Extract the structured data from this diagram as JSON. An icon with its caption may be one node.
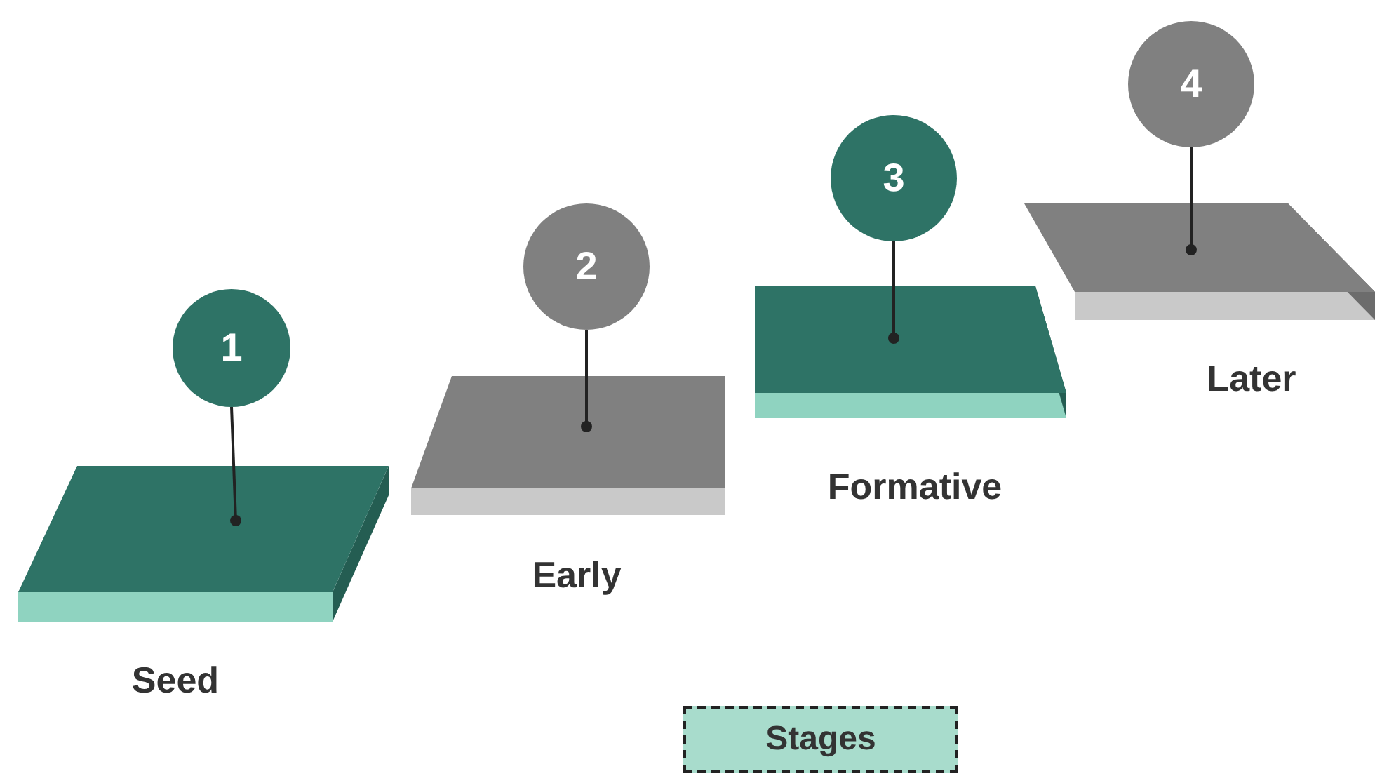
{
  "diagram": {
    "nodes": [
      {
        "text": [
          "1"
        ]
      },
      {
        "text": [
          "Seed"
        ]
      },
      {
        "text": [
          "2"
        ]
      },
      {
        "text": [
          "Early"
        ]
      },
      {
        "text": [
          "3"
        ]
      },
      {
        "text": [
          "Formative"
        ]
      },
      {
        "text": [
          "4"
        ]
      },
      {
        "text": [
          "Later"
        ]
      },
      {
        "text": [
          "Stages"
        ]
      }
    ],
    "edges": [
      {
        "from": 0,
        "to": 1,
        "arrow": "other"
      },
      {
        "from": 2,
        "to": 3,
        "arrow": "other"
      },
      {
        "from": 4,
        "to": 5,
        "arrow": "other"
      },
      {
        "from": 6,
        "to": 7,
        "arrow": "other"
      }
    ]
  }
}
